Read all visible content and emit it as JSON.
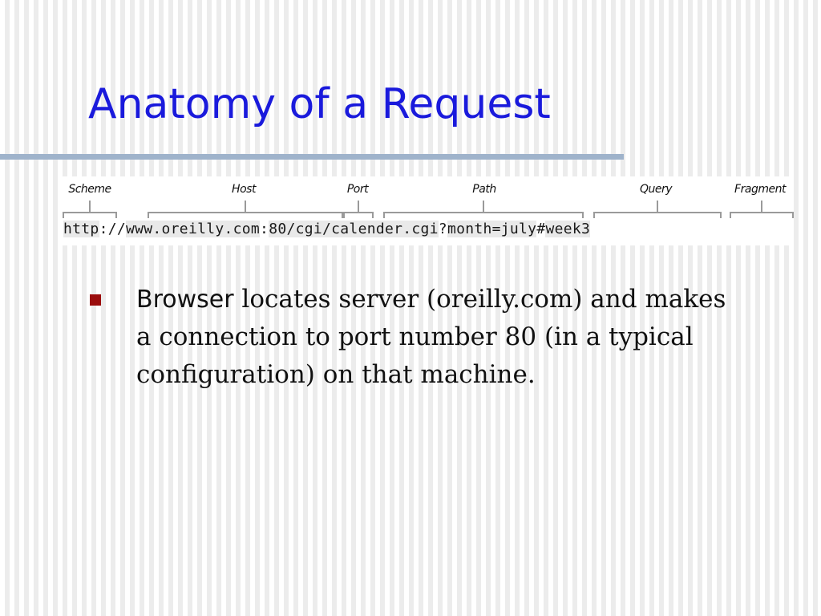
{
  "slide": {
    "title": "Anatomy of a Request"
  },
  "url_diagram": {
    "segments": [
      {
        "label": "Scheme",
        "text": "http"
      },
      {
        "label": "",
        "text": "://"
      },
      {
        "label": "Host",
        "text": "www.oreilly.com"
      },
      {
        "label": "",
        "text": ":"
      },
      {
        "label": "Port",
        "text": "80"
      },
      {
        "label": "Path",
        "text": "/cgi/calender.cgi"
      },
      {
        "label": "",
        "text": "?"
      },
      {
        "label": "Query",
        "text": "month=july"
      },
      {
        "label": "",
        "text": "#"
      },
      {
        "label": "Fragment",
        "text": "week3"
      }
    ]
  },
  "bullets": [
    {
      "lead": "Browser",
      "text": " locates server (oreilly.com) and makes a connection to port number 80 (in a typical configuration) on that machine."
    }
  ],
  "colors": {
    "title": "#1a1adc",
    "rule": "#9fb3cb",
    "bullet": "#9b0d0d"
  }
}
